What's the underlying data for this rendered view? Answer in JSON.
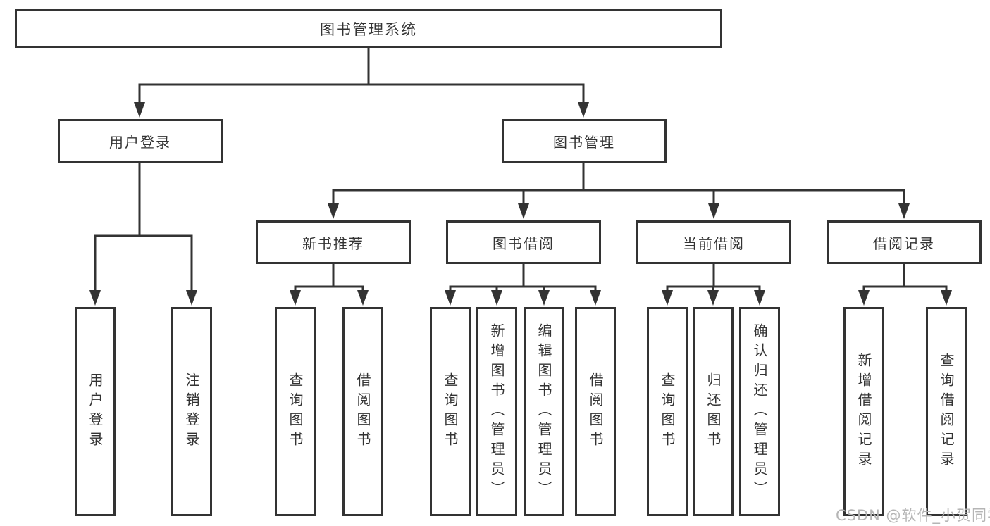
{
  "diagram": {
    "title": "图书管理系统",
    "colors": {
      "line": "#333333",
      "background": "#ffffff",
      "watermark": "#b5b5b5"
    },
    "user_login_branch": {
      "label": "用户登录",
      "children": [
        "用户登录",
        "注销登录"
      ]
    },
    "book_mgmt_branch": {
      "label": "图书管理",
      "children": [
        {
          "label": "新书推荐",
          "children": [
            "查询图书",
            "借阅图书"
          ]
        },
        {
          "label": "图书借阅",
          "children": [
            "查询图书",
            "新增图书（管理员）",
            "编辑图书（管理员）",
            "借阅图书"
          ]
        },
        {
          "label": "当前借阅",
          "children": [
            "查询图书",
            "归还图书",
            "确认归还（管理员）"
          ]
        },
        {
          "label": "借阅记录",
          "children": [
            "新增借阅记录",
            "查询借阅记录"
          ]
        }
      ]
    },
    "watermark": "CSDN @软件_小贺同学"
  }
}
